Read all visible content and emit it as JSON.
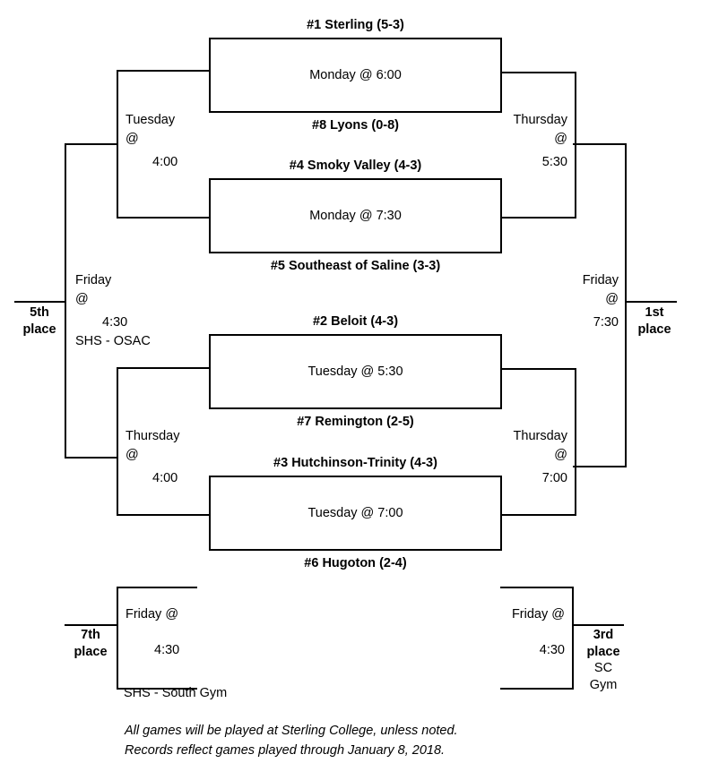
{
  "tournament": {
    "games": [
      {
        "id": "game-1",
        "top_team": "#1 Sterling (5-3)",
        "bottom_team": "#8 Lyons (0-8)",
        "time": "Monday @ 6:00"
      },
      {
        "id": "game-2",
        "top_team": "#4 Smoky Valley (4-3)",
        "bottom_team": "#5 Southeast of Saline (3-3)",
        "time": "Monday @ 7:30"
      },
      {
        "id": "game-3",
        "top_team": "#2 Beloit (4-3)",
        "bottom_team": "#7 Remington (2-5)",
        "time": "Tuesday @ 5:30"
      },
      {
        "id": "game-4",
        "top_team": "#3 Hutchinson-Trinity (4-3)",
        "bottom_team": "#6 Hugoton (2-4)",
        "time": "Tuesday @ 7:00"
      }
    ],
    "rounds": {
      "left_semi_top": {
        "day": "Tuesday",
        "at": "@",
        "time": "4:00"
      },
      "left_semi_bottom": {
        "day": "Thursday",
        "at": "@",
        "time": "4:00"
      },
      "right_semi_top": {
        "day": "Thursday",
        "at": "@",
        "time": "5:30"
      },
      "right_semi_bottom": {
        "day": "Thursday",
        "at": "@",
        "time": "7:00"
      },
      "fifth_place_final": {
        "day": "Friday",
        "at": "@",
        "time": "4:30",
        "venue": "SHS - OSAC"
      },
      "championship": {
        "day": "Friday",
        "at": "@",
        "time": "7:30"
      },
      "seventh_place": {
        "day": "Friday @",
        "time": "4:30",
        "venue": "SHS - South Gym"
      },
      "third_place": {
        "day": "Friday @",
        "time": "4:30"
      }
    },
    "places": {
      "fifth": {
        "line1": "5th",
        "line2": "place"
      },
      "first": {
        "line1": "1st",
        "line2": "place"
      },
      "seventh": {
        "line1": "7th",
        "line2": "place"
      },
      "third": {
        "line1": "3rd",
        "line2": "place",
        "venue_line1": "SC",
        "venue_line2": "Gym"
      }
    },
    "footer": {
      "line1": "All games will be played at Sterling College, unless noted.",
      "line2": "Records reflect games played through January 8, 2018."
    }
  }
}
